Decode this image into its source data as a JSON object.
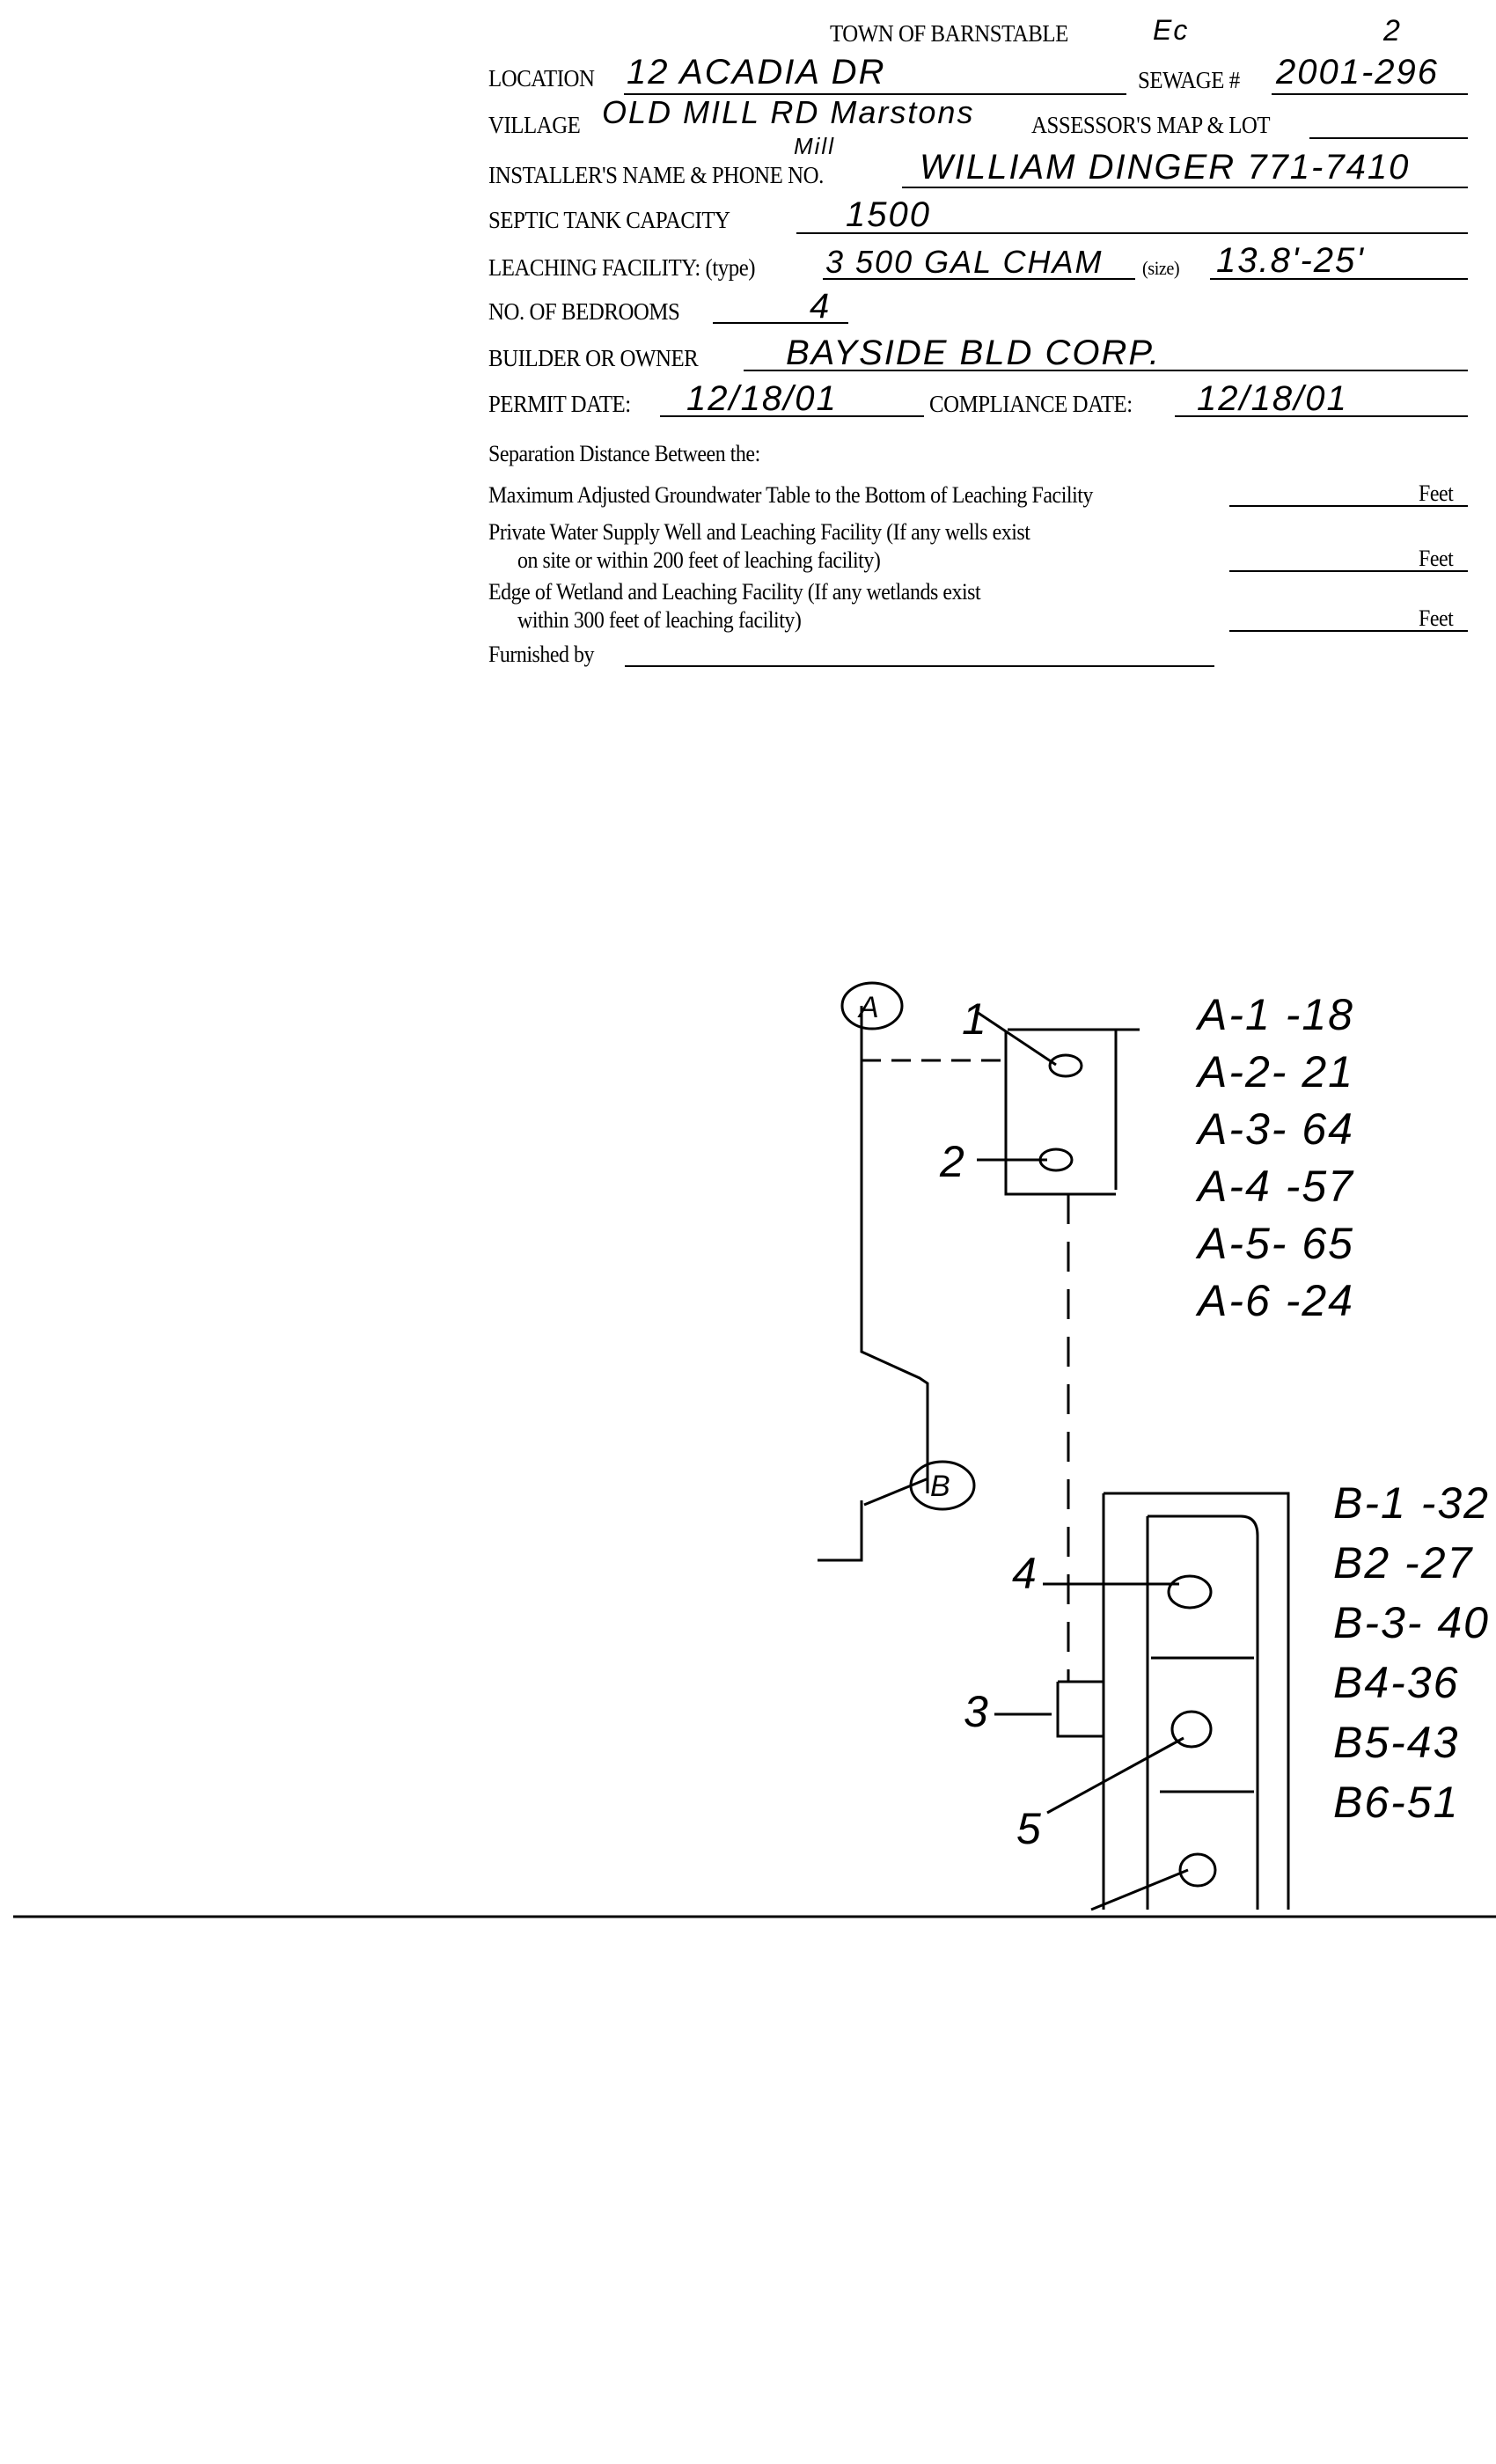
{
  "form": {
    "title": "TOWN OF BARNSTABLE",
    "title_note": "Ec",
    "location_label": "LOCATION",
    "location_value": "12 ACADIA DR",
    "sewage_label": "SEWAGE #",
    "sewage_value": "2001-296",
    "sewage_correction": "2",
    "village_label": "VILLAGE",
    "village_value": "OLD MILL RD Marstons",
    "village_value_extra": "Mill",
    "assessor_label": "ASSESSOR'S MAP & LOT",
    "installer_label": "INSTALLER'S NAME & PHONE NO.",
    "installer_value": "WILLIAM DINGER 771-7410",
    "septic_label": "SEPTIC TANK CAPACITY",
    "septic_value": "1500",
    "leaching_label": "LEACHING FACILITY: (type)",
    "leaching_type_value": "3 500 GAL CHAM",
    "size_label": "(size)",
    "size_value": "13.8'-25'",
    "bedrooms_label": "NO. OF BEDROOMS",
    "bedrooms_value": "4",
    "builder_label": "BUILDER OR OWNER",
    "builder_value": "BAYSIDE BLD CORP.",
    "permit_label": "PERMIT DATE:",
    "permit_value": "12/18/01",
    "compliance_label": "COMPLIANCE DATE:",
    "compliance_value": "12/18/01",
    "separation_heading": "Separation Distance Between the:",
    "sep1": "Maximum Adjusted Groundwater Table to the Bottom of Leaching Facility",
    "sep2a": "Private Water Supply Well and Leaching Facility  (If any wells exist",
    "sep2b": "on site or within 200 feet of leaching facility)",
    "sep3a": "Edge of Wetland and Leaching Facility (If any wetlands exist",
    "sep3b": "within 300 feet of leaching facility)",
    "feet": "Feet",
    "furnished_label": "Furnished by"
  },
  "sketch": {
    "labels": {
      "a": "A",
      "b": "B",
      "n1": "1",
      "n2": "2",
      "n3": "3",
      "n4": "4",
      "n5": "5"
    },
    "a_readings": [
      "A-1 -18",
      "A-2- 21",
      "A-3- 64",
      "A-4 -57",
      "A-5- 65",
      "A-6 -24"
    ],
    "b_readings": [
      "B-1 -32",
      "B2 -27",
      "B-3- 40",
      "B4-36",
      "B5-43",
      "B6-51"
    ]
  }
}
